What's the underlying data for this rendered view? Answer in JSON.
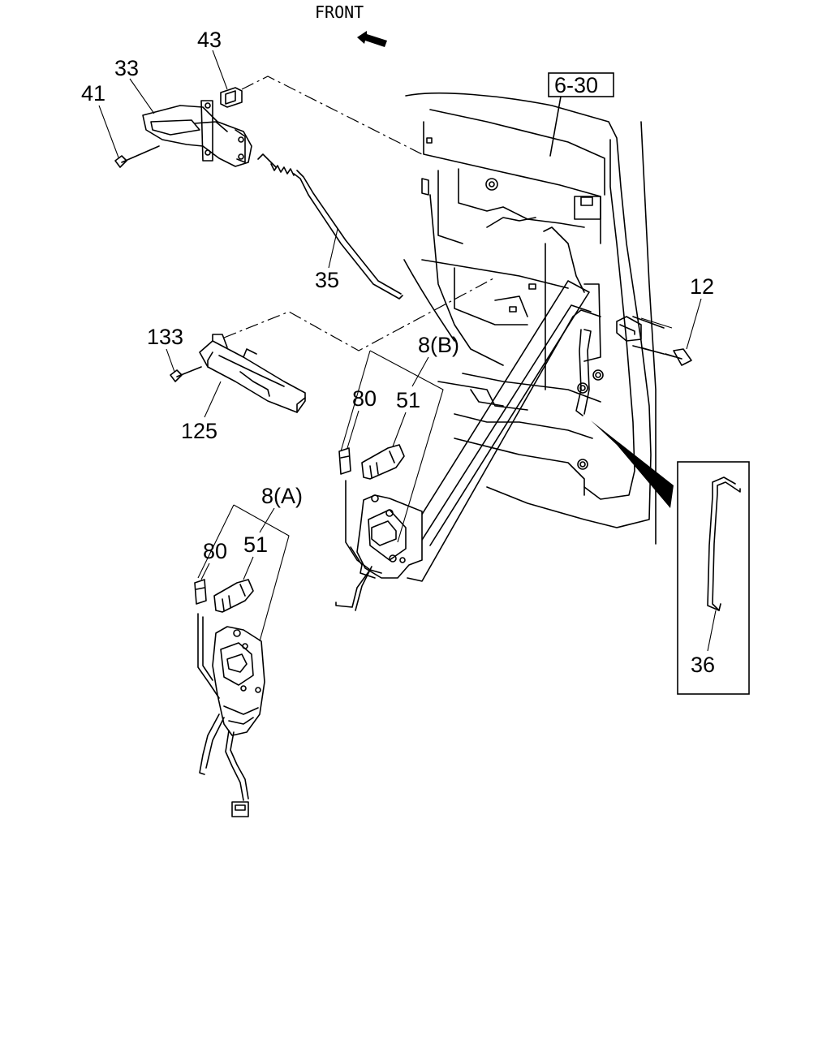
{
  "diagram": {
    "direction_label": "FRONT",
    "reference_box": "6-30",
    "callouts": {
      "c43": "43",
      "c33": "33",
      "c41": "41",
      "c35": "35",
      "c12": "12",
      "c133": "133",
      "c125": "125",
      "c8b": "8(B)",
      "c80b": "80",
      "c51b": "51",
      "c8a": "8(A)",
      "c80a": "80",
      "c51a": "51",
      "c36": "36"
    }
  }
}
